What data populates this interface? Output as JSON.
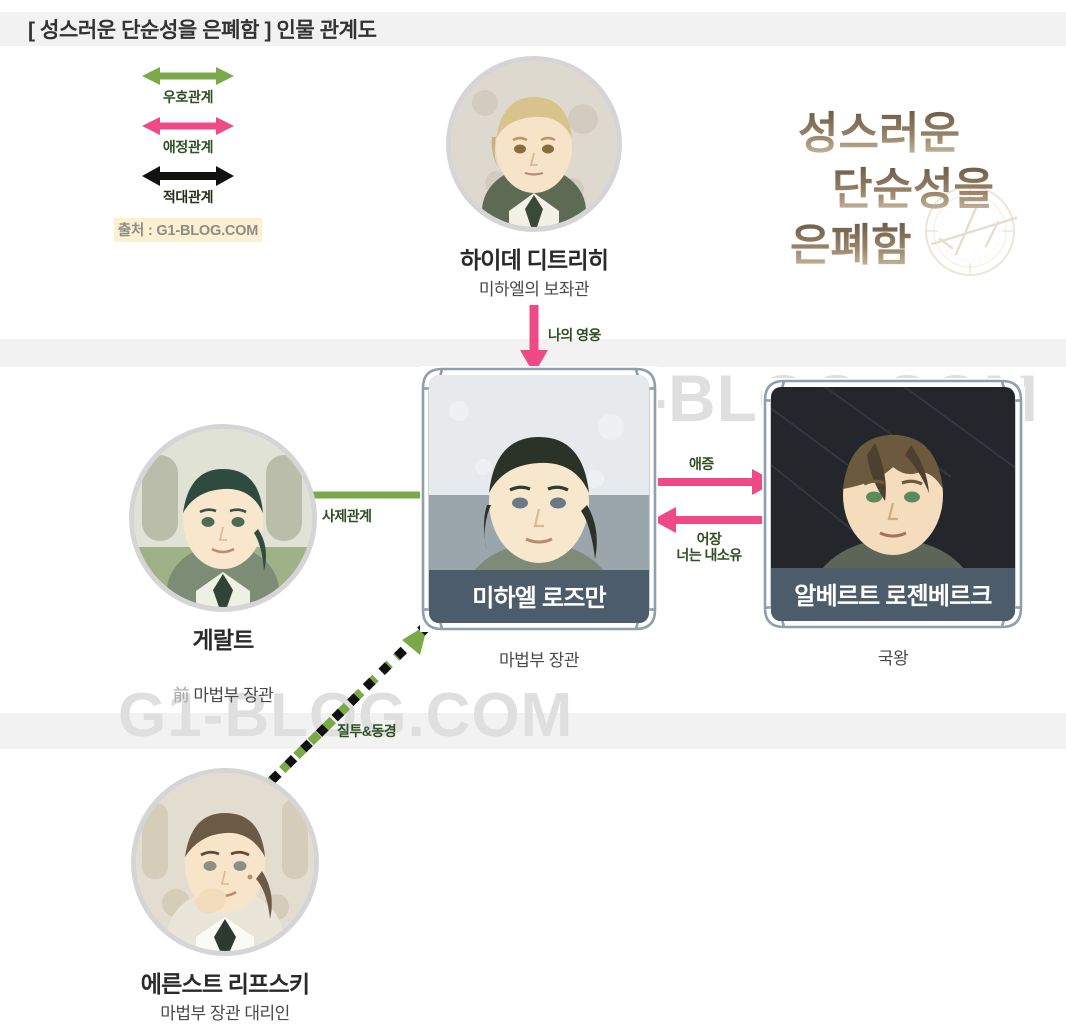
{
  "page": {
    "title": "[ 성스러운 단순성을 은폐함 ] 인물 관계도",
    "watermark": "G1-BLOG.COM",
    "source_credit": "출처 : G1-BLOG.COM"
  },
  "logo": {
    "line1": "성스러운",
    "line2": "단순성을",
    "line3": "은폐함",
    "motif": "airplane-compass"
  },
  "legend": {
    "items": [
      {
        "label": "우호관계",
        "color": "#7aa94a",
        "style": "double-arrow"
      },
      {
        "label": "애정관계",
        "color": "#ef4a85",
        "style": "double-arrow"
      },
      {
        "label": "적대관계",
        "color": "#111111",
        "style": "double-arrow"
      }
    ]
  },
  "characters": [
    {
      "id": "haide",
      "name": "하이데 디트리히",
      "role": "미하엘의  보좌관",
      "type": "circle"
    },
    {
      "id": "geralt",
      "name": "게랄트",
      "role_prefix": "前",
      "role": "마법부 장관",
      "type": "circle"
    },
    {
      "id": "michael",
      "name": "미하엘 로즈만",
      "role": "마법부 장관",
      "type": "card"
    },
    {
      "id": "albert",
      "name": "알베르트 로젠베르크",
      "role": "국왕",
      "type": "card"
    },
    {
      "id": "ernst",
      "name": "에른스트 리프스키",
      "role": "마법부 장관 대리인",
      "type": "circle"
    }
  ],
  "relations": [
    {
      "id": "haide-to-michael",
      "from": "haide",
      "to": "michael",
      "label": "나의 영웅",
      "color": "#ef4a85",
      "style": "solid-arrow",
      "kind": "애정관계"
    },
    {
      "id": "geralt-michael",
      "from": "geralt",
      "to": "michael",
      "label": "사제관계",
      "color": "#7aa94a",
      "style": "solid-line",
      "kind": "우호관계"
    },
    {
      "id": "michael-to-albert",
      "from": "michael",
      "to": "albert",
      "label": "애증",
      "color": "#ef4a85",
      "style": "solid-arrow",
      "kind": "애정관계"
    },
    {
      "id": "albert-to-michael",
      "from": "albert",
      "to": "michael",
      "label_line1": "어장",
      "label_line2": "너는 내소유",
      "color": "#ef4a85",
      "style": "solid-arrow",
      "kind": "애정관계"
    },
    {
      "id": "ernst-to-michael",
      "from": "ernst",
      "to": "michael",
      "label": "질투&동경",
      "color": "#7aa94a",
      "color_secondary": "#111111",
      "style": "dashed-arrow",
      "kind": "우호관계+적대관계"
    }
  ]
}
